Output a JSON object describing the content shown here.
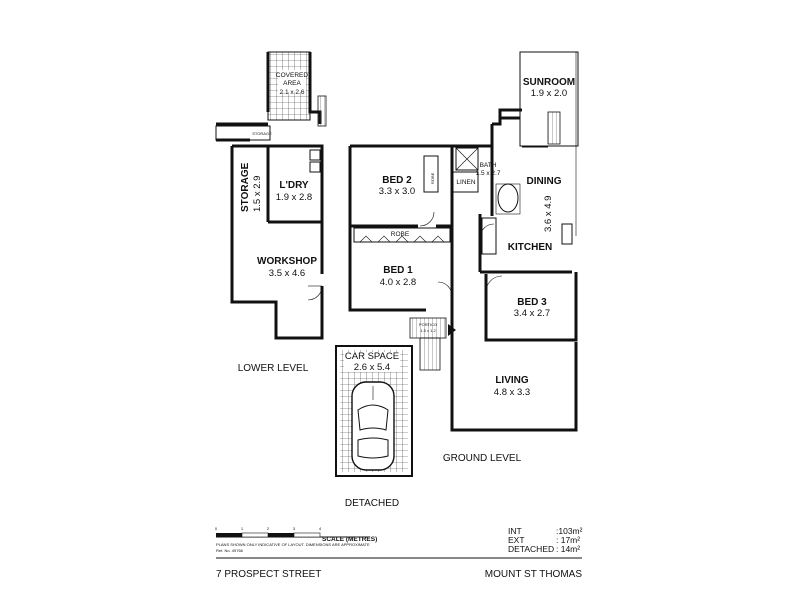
{
  "rooms": {
    "covered_area": {
      "name": "COVERED AREA",
      "name_line1": "COVERED",
      "name_line2": "AREA",
      "dims": "2.1 x 2.6"
    },
    "storage_small": {
      "name": "STORAGE"
    },
    "storage": {
      "name": "STORAGE",
      "dims": "1.5 x 2.9"
    },
    "laundry": {
      "name": "L'DRY",
      "dims": "1.9 x 2.8"
    },
    "workshop": {
      "name": "WORKSHOP",
      "dims": "3.5 x 4.6"
    },
    "bed2": {
      "name": "BED 2",
      "dims": "3.3 x 3.0"
    },
    "robe2": {
      "name": "ROBE"
    },
    "linen": {
      "name": "LINEN"
    },
    "bath": {
      "name": "BATH",
      "dims": "1.5 x 2.7"
    },
    "sunroom": {
      "name": "SUNROOM",
      "dims": "1.9 x 2.0"
    },
    "dining": {
      "name": "DINING",
      "dims": "3.6 x 4.9"
    },
    "kitchen": {
      "name": "KITCHEN"
    },
    "robe1": {
      "name": "ROBE"
    },
    "bed1": {
      "name": "BED 1",
      "dims": "4.0 x 2.8"
    },
    "bed3": {
      "name": "BED 3",
      "dims": "3.4 x 2.7"
    },
    "portico": {
      "name": "PORTICO",
      "dims": "1.5 x 1.2"
    },
    "living": {
      "name": "LIVING",
      "dims": "4.8 x 3.3"
    },
    "car_space": {
      "name": "CAR SPACE",
      "dims": "2.6 x 5.4"
    }
  },
  "levels": {
    "lower": "LOWER LEVEL",
    "ground": "GROUND LEVEL",
    "detached": "DETACHED"
  },
  "scale": {
    "ticks": [
      "0",
      "1",
      "2",
      "3",
      "4"
    ],
    "label": "SCALE (METRES)",
    "disclaimer": "PLANS SHOWN ONLY INDICATIVE OF LAYOUT. DIMENSIONS ARE APPROXIMATE",
    "ref": "Ref. No. 49766"
  },
  "areas": [
    {
      "label": "INT",
      "value": ":103m²"
    },
    {
      "label": "EXT",
      "value": ": 17m²"
    },
    {
      "label": "DETACHED",
      "value": ": 14m²"
    }
  ],
  "footer": {
    "address": "7 PROSPECT STREET",
    "suburb": "MOUNT ST THOMAS"
  }
}
